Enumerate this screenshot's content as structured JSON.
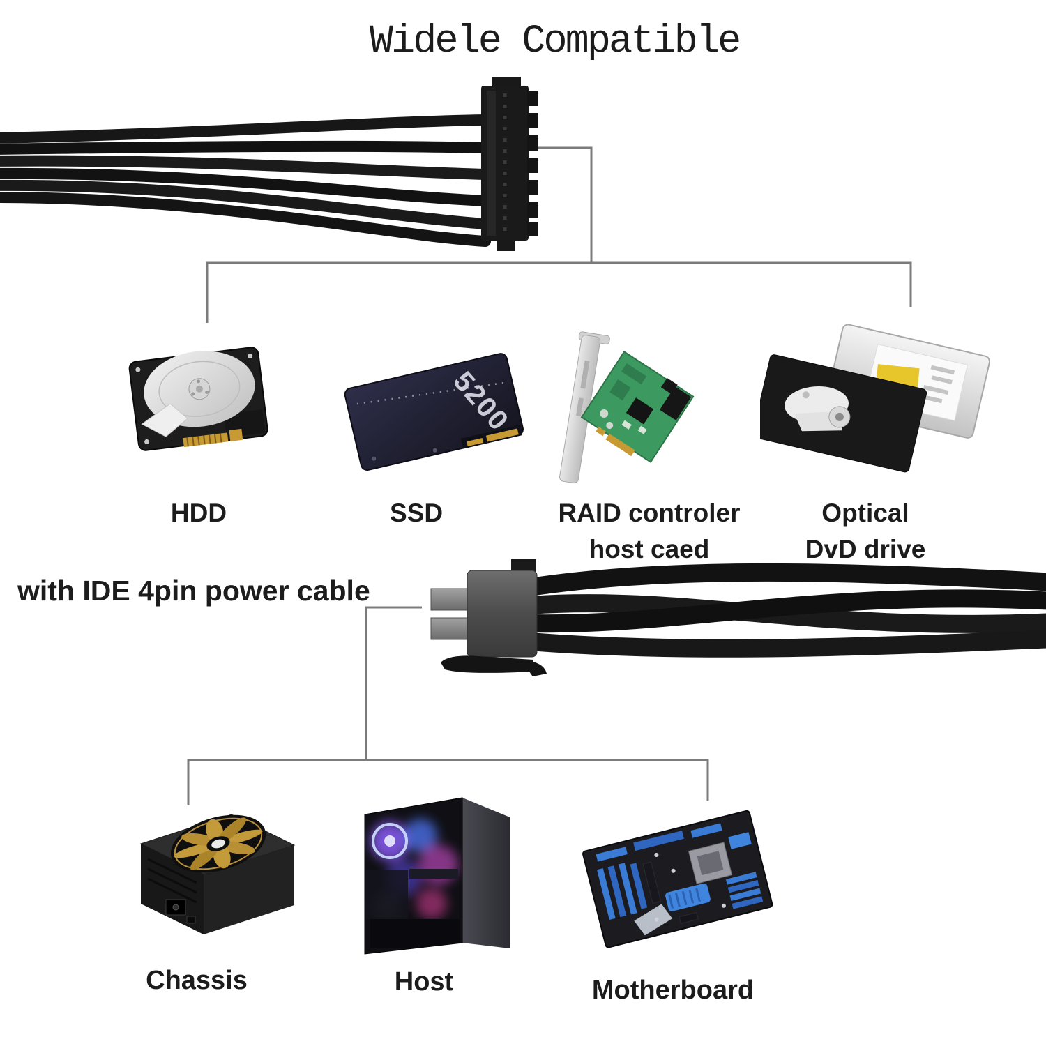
{
  "title": "Widele Compatible",
  "cable_note": "with IDE 4pin power cable",
  "sata_devices": [
    {
      "label": "HDD",
      "label2": ""
    },
    {
      "label": "SSD",
      "label2": "",
      "badge": "5200"
    },
    {
      "label": "RAID controler",
      "label2": "host caed"
    },
    {
      "label": "Optical",
      "label2": "DvD drive"
    }
  ],
  "ide_devices": [
    {
      "label": "Chassis"
    },
    {
      "label": "Host"
    },
    {
      "label": "Motherboard"
    }
  ],
  "colors": {
    "line": "#7b7b7b",
    "text": "#1a1a1a",
    "cable_black": "#161616",
    "gold": "#c79a33",
    "pcb_green": "#3c9a60",
    "board_blue": "#3a7bd5",
    "ssd_navy": "#23233a",
    "psu_fan_gold": "#c49b3b"
  }
}
